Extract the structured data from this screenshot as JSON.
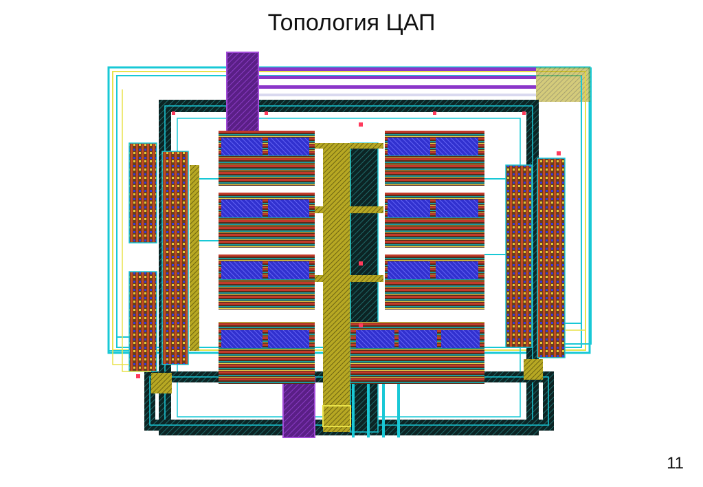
{
  "slide": {
    "title": "Топология ЦАП",
    "page_number": "11"
  },
  "layout_image": {
    "description_icon": "dac-layout-topology",
    "colors": {
      "metal1": "#18c8d6",
      "metal2": "#e8e24a",
      "pin": "#6a1b9a",
      "poly": "#d02222",
      "diffusion": "#3a3ad8",
      "well_dark": "#0a2a2a",
      "ndiff": "#b8501e"
    }
  }
}
